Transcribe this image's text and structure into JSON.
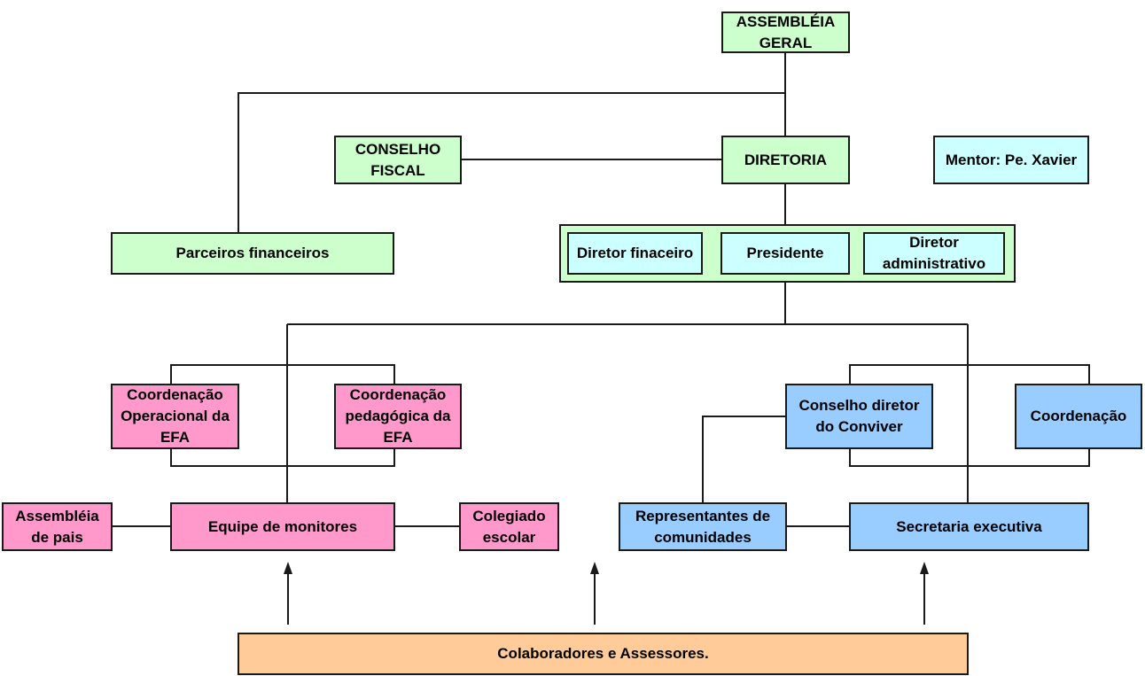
{
  "colors": {
    "green": "#ccffcc",
    "cyan": "#ccffff",
    "pink": "#ff99cc",
    "blue": "#99ccff",
    "peach": "#ffcc99",
    "line": "#1a1a1a"
  },
  "nodes": {
    "assembleia_geral": "ASSEMBLÉIA GERAL",
    "conselho_fiscal": "CONSELHO FISCAL",
    "diretoria": "DIRETORIA",
    "mentor": "Mentor: Pe. Xavier",
    "parceiros": "Parceiros financeiros",
    "diretor_financeiro": "Diretor finaceiro",
    "presidente": "Presidente",
    "diretor_administrativo": "Diretor administrativo",
    "coord_operacional": "Coordenação Operacional da EFA",
    "coord_pedagogica": "Coordenação pedagógica da EFA",
    "conselho_conviver": "Conselho diretor do Conviver",
    "coordenacao": "Coordenação",
    "assembleia_pais": "Assembléia de pais",
    "equipe_monitores": "Equipe de monitores",
    "colegiado": "Colegiado escolar",
    "representantes": "Representantes de comunidades",
    "secretaria": "Secretaria executiva",
    "colaboradores": "Colaboradores e Assessores."
  }
}
